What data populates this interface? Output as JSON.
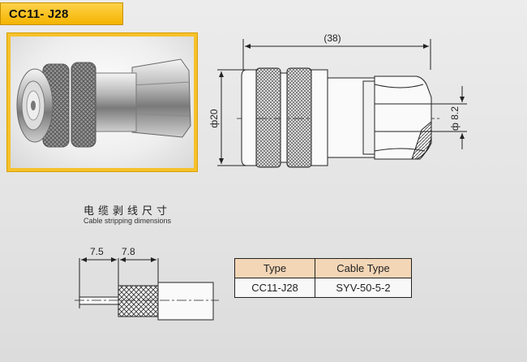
{
  "header": {
    "model_title": "CC11- J28"
  },
  "drawing": {
    "overall_length": "(38)",
    "body_diameter": "ф20",
    "cable_diameter": "ф 8.2"
  },
  "stripping": {
    "title_zh": "电缆剥线尺寸",
    "title_en": "Cable stripping dimensions",
    "dim_left": "7.5",
    "dim_right": "7.8"
  },
  "table": {
    "headers": [
      "Type",
      "Cable Type"
    ],
    "rows": [
      [
        "CC11-J28",
        "SYV-50-5-2"
      ]
    ]
  },
  "colors": {
    "title_bg": "#f4b400",
    "photo_frame": "#f6c12c",
    "table_header": "#f3d6b6"
  }
}
